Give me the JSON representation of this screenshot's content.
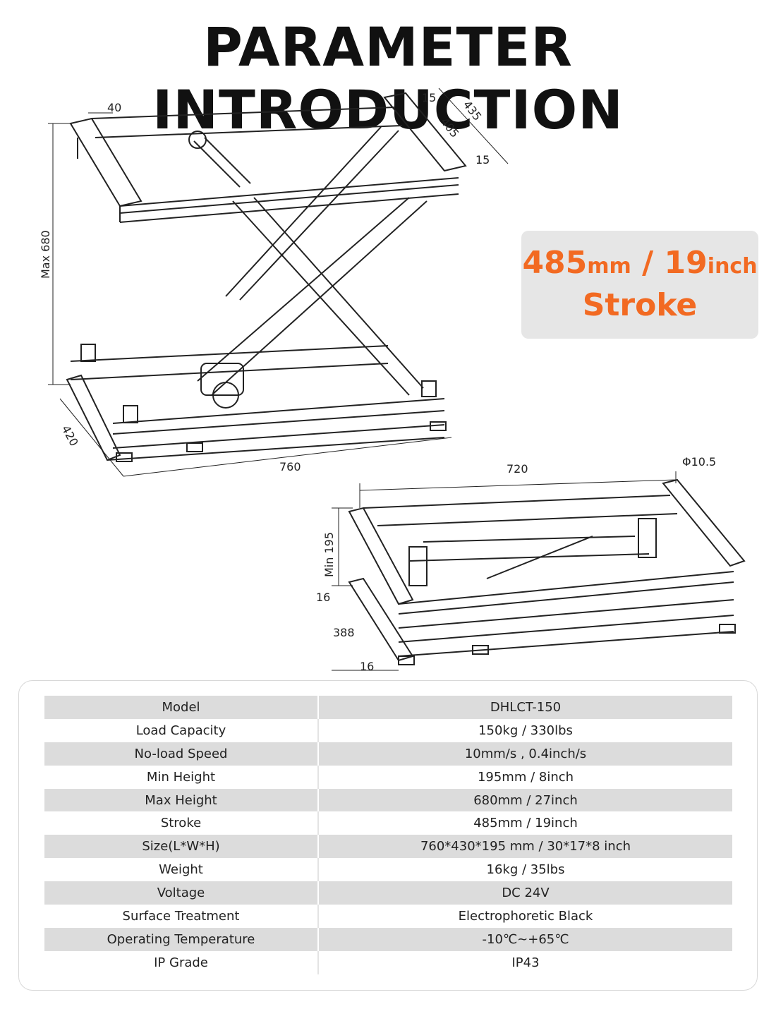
{
  "title": "PARAMETER INTRODUCTION",
  "drawing_top_dims": {
    "d40": "40",
    "d15a": "15",
    "d405": "405",
    "d435": "435",
    "d15b": "15",
    "max680": "Max 680",
    "d420": "420",
    "d760": "760"
  },
  "drawing_bottom_dims": {
    "d720": "720",
    "phi": "Φ10.5",
    "min195": "Min 195",
    "d16a": "16",
    "d388": "388",
    "d16b": "16"
  },
  "stroke_callout": {
    "value_mm": "485",
    "unit_mm": "mm",
    "sep": " / ",
    "value_inch": "19",
    "unit_inch": "inch",
    "label": "Stroke",
    "accent_color": "#f26a22"
  },
  "spec_table": {
    "rows": [
      {
        "label": "Model",
        "value": "DHLCT-150"
      },
      {
        "label": "Load Capacity",
        "value": "150kg / 330lbs"
      },
      {
        "label": "No-load Speed",
        "value": "10mm/s , 0.4inch/s"
      },
      {
        "label": "Min Height",
        "value": "195mm / 8inch"
      },
      {
        "label": "Max Height",
        "value": "680mm / 27inch"
      },
      {
        "label": "Stroke",
        "value": "485mm / 19inch"
      },
      {
        "label": "Size(L*W*H)",
        "value": "760*430*195 mm / 30*17*8 inch"
      },
      {
        "label": "Weight",
        "value": "16kg / 35lbs"
      },
      {
        "label": "Voltage",
        "value": "DC 24V"
      },
      {
        "label": "Surface Treatment",
        "value": "Electrophoretic Black"
      },
      {
        "label": "Operating Temperature",
        "value": "-10℃~+65℃"
      },
      {
        "label": "IP Grade",
        "value": "IP43"
      }
    ]
  }
}
